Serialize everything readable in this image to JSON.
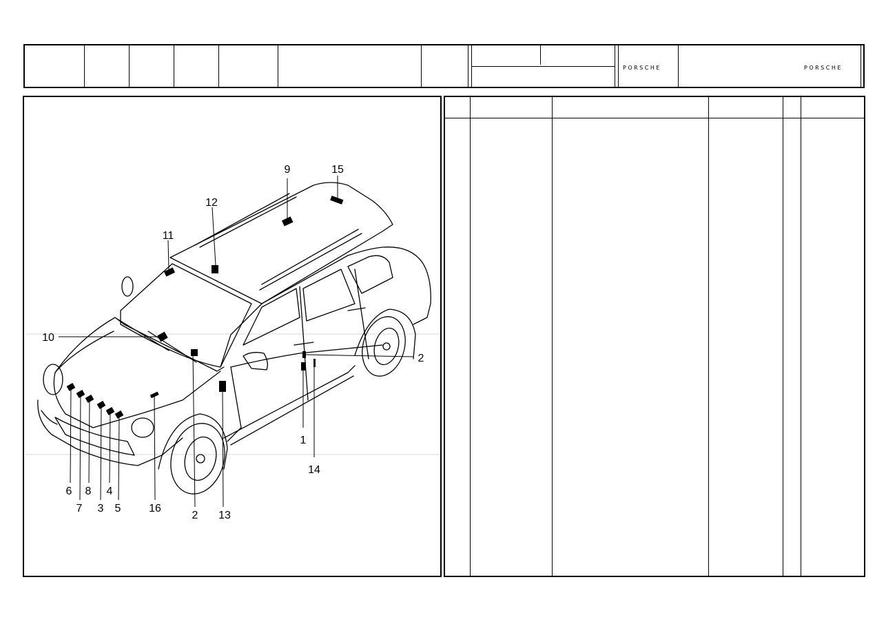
{
  "header": {
    "logo_left": "PORSCHE",
    "logo_right": "PORSCHE"
  },
  "diagram": {
    "callouts": [
      "9",
      "15",
      "12",
      "11",
      "10",
      "2",
      "1",
      "14",
      "6",
      "7",
      "8",
      "3",
      "4",
      "5",
      "16",
      "2",
      "13"
    ]
  },
  "table": {
    "columns": [
      "",
      "",
      "",
      "",
      "",
      ""
    ],
    "rows": []
  }
}
